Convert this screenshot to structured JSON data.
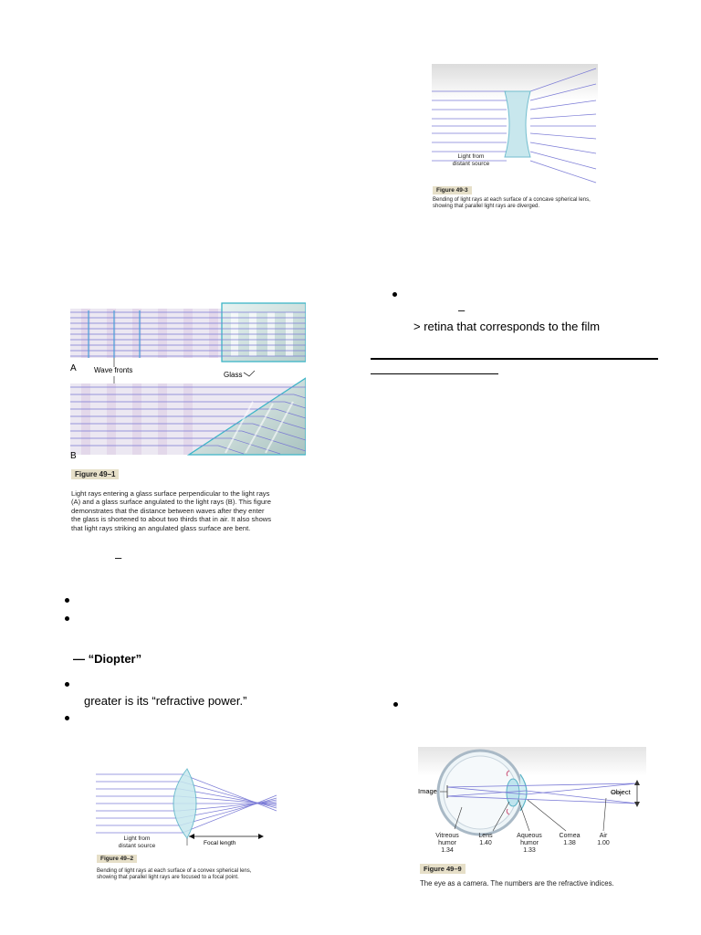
{
  "figure_49_3": {
    "label": "Figure 49-3",
    "caption_line1": "Bending of light rays at each surface of a concave spherical lens,",
    "caption_line2": "showing that parallel light rays are diverged.",
    "source_label_1": "Light from",
    "source_label_2": "distant source"
  },
  "figure_49_1": {
    "label": "Figure 49–1",
    "label_a": "A",
    "label_b": "B",
    "wave_fronts": "Wave fronts",
    "glass": "Glass",
    "caption_lines": [
      "Light rays entering a glass surface perpendicular to the light rays",
      "(A) and a glass surface angulated to the light rays (B). This figure",
      "demonstrates that the distance between waves after they enter",
      "the glass is shortened to about two thirds that in air. It also shows",
      "that light rays striking an angulated glass surface are bent."
    ]
  },
  "figure_49_2": {
    "label": "Figure 49–2",
    "source_label_1": "Light from",
    "source_label_2": "distant source",
    "focal_length": "Focal length",
    "caption_line1": "Bending of light rays at each surface of a convex spherical lens,",
    "caption_line2": "showing that parallel light rays are focused to a focal point."
  },
  "figure_49_9": {
    "label": "Figure 49–9",
    "caption": "The eye as a camera. The numbers are the refractive indices.",
    "image": "Image",
    "object": "Object",
    "vitreous_1": "Vitreous",
    "vitreous_2": "humor",
    "vitreous_3": "1.34",
    "lens_1": "Lens",
    "lens_2": "1.40",
    "aqueous_1": "Aqueous",
    "aqueous_2": "humor",
    "aqueous_3": "1.33",
    "cornea_1": "Cornea",
    "cornea_2": "1.38",
    "air_1": "Air",
    "air_2": "1.00"
  },
  "text": {
    "dash_top": "–",
    "retina_line": "> retina that corresponds to the film",
    "dash_mid": "–",
    "diopter": "— “Diopter”",
    "refractive_power": "greater is its “refractive power.”"
  }
}
